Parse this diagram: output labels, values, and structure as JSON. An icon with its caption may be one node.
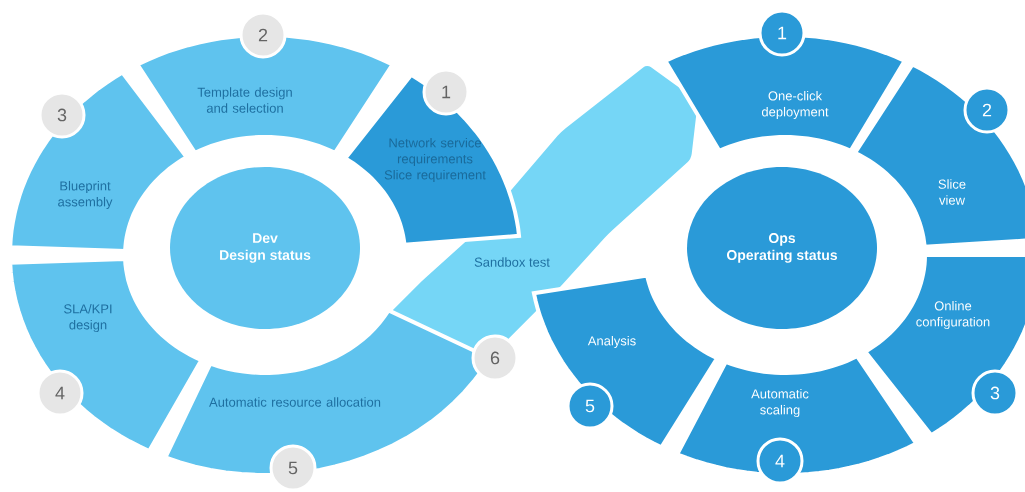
{
  "diagram": {
    "nodes": [
      {
        "text": [
          "Dev",
          "Design status"
        ]
      },
      {
        "text": [
          "Network service requirements",
          "Slice requirement"
        ]
      },
      {
        "text": [
          "Template design and selection"
        ]
      },
      {
        "text": [
          "Blueprint assembly"
        ]
      },
      {
        "text": [
          "SLA/KPI design"
        ]
      },
      {
        "text": [
          "Automatic resource allocation"
        ]
      },
      {
        "text": [
          "Sandbox test"
        ]
      },
      {
        "text": [
          "1"
        ]
      },
      {
        "text": [
          "2"
        ]
      },
      {
        "text": [
          "3"
        ]
      },
      {
        "text": [
          "4"
        ]
      },
      {
        "text": [
          "5"
        ]
      },
      {
        "text": [
          "6"
        ]
      },
      {
        "text": [
          "Ops",
          "Operating status"
        ]
      },
      {
        "text": [
          "One-click deployment"
        ]
      },
      {
        "text": [
          "Slice view"
        ]
      },
      {
        "text": [
          "Online configuration"
        ]
      },
      {
        "text": [
          "Automatic scaling"
        ]
      },
      {
        "text": [
          "Analysis"
        ]
      },
      {
        "text": [
          "1"
        ]
      },
      {
        "text": [
          "2"
        ]
      },
      {
        "text": [
          "3"
        ]
      },
      {
        "text": [
          "4"
        ]
      },
      {
        "text": [
          "5"
        ]
      }
    ]
  }
}
